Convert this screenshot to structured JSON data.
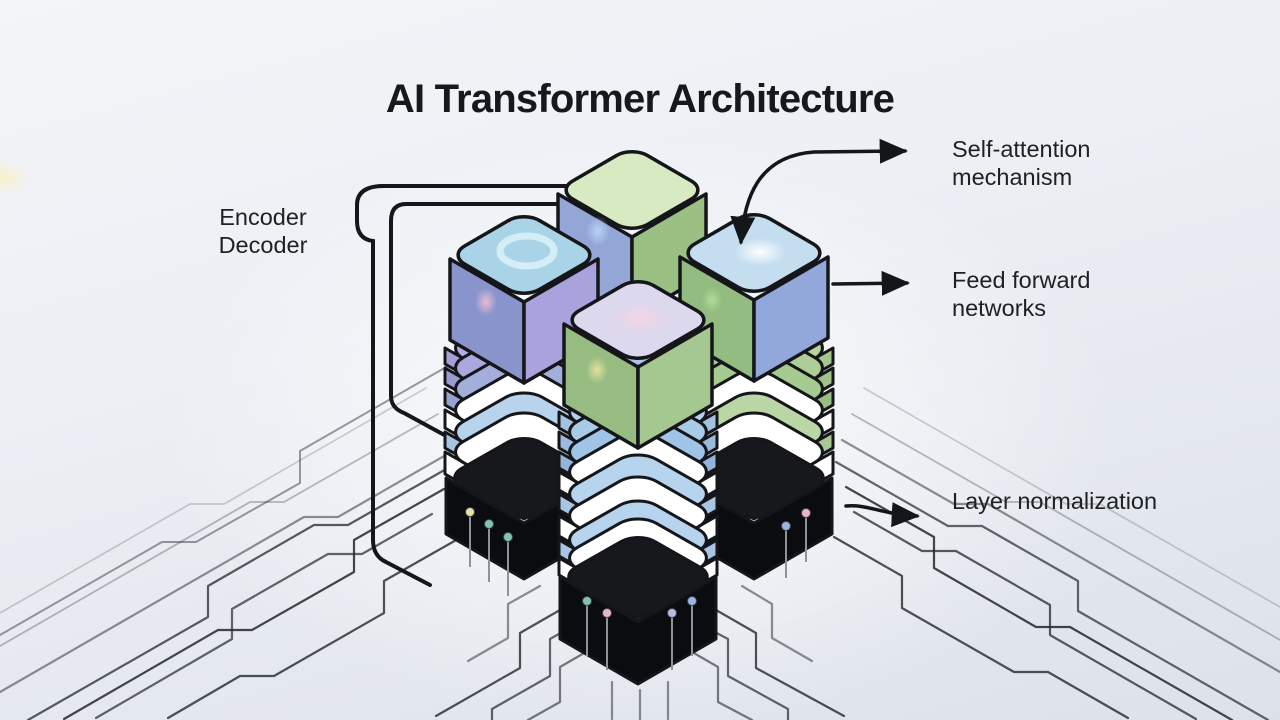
{
  "title": "AI Transformer Architecture",
  "labels": {
    "encoder_decoder": {
      "line1": "Encoder",
      "line2": "Decoder"
    },
    "self_attention": {
      "line1": "Self-attention",
      "line2": "mechanism"
    },
    "feed_forward": {
      "line1": "Feed forward",
      "line2": "networks"
    },
    "layer_normalization": "Layer normalization"
  },
  "illustration": {
    "blocks": [
      {
        "id": "back-block",
        "top": "#d8eac2",
        "left": "#93a6d6",
        "right": "#9bc084"
      },
      {
        "id": "left-block",
        "top": "#a9d3e6",
        "left": "#8a94cc",
        "right": "#a9a2dc"
      },
      {
        "id": "right-block",
        "top": "#c4def0",
        "left": "#92bc80",
        "right": "#93a8da"
      },
      {
        "id": "front-block",
        "top": "#dcd8ee",
        "left": "#96bc82",
        "right": "#a4c890"
      }
    ],
    "chip_color": "#0b0c0f",
    "chip_top_color": "#17181c",
    "plate_white": "#ffffff",
    "trace_color": "#24262c",
    "line_color": "#15161a",
    "pin_colors": {
      "yellow": "#e6dfa8",
      "teal": "#7fc4ae",
      "pink": "#e8b6c6",
      "lavender": "#b6bce8",
      "blue": "#9ab4e4"
    }
  }
}
